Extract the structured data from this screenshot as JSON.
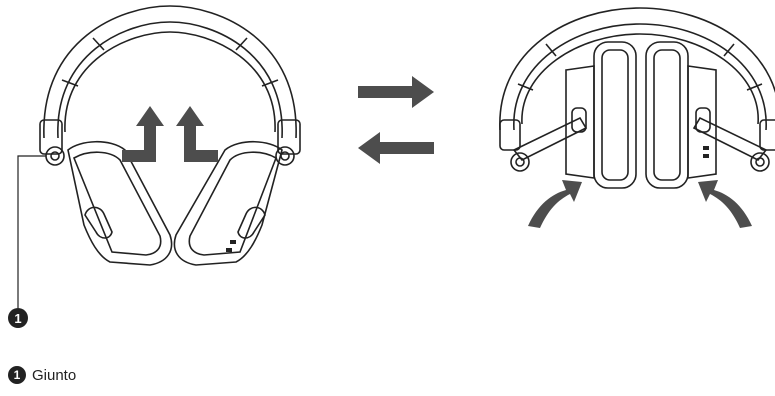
{
  "callout": {
    "number": "1"
  },
  "legend": {
    "number": "1",
    "label": "Giunto"
  },
  "colors": {
    "line": "#222222",
    "arrow": "#4d4d4d",
    "badge": "#222222"
  }
}
